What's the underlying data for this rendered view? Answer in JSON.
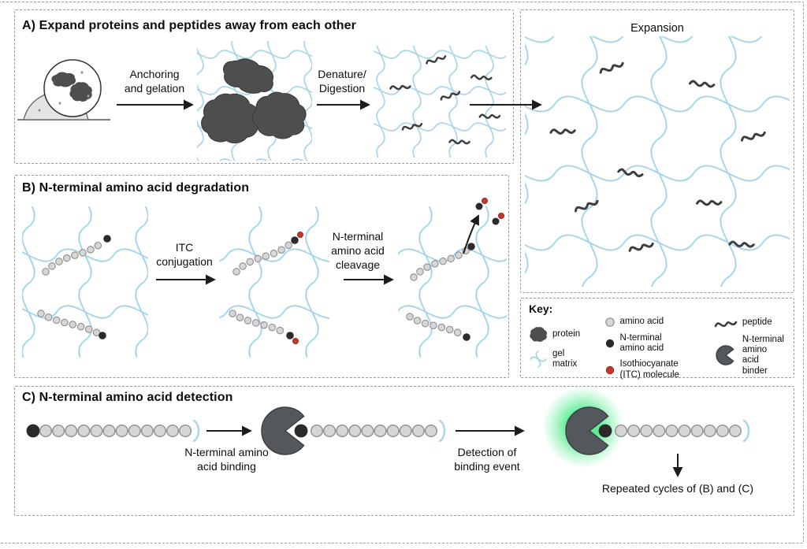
{
  "colors": {
    "gel": "#a9d5ea",
    "protein": "#4e4e4e",
    "amino_acid": "#d6d6d6",
    "amino_acid_outline": "#8f8f8f",
    "n_terminal": "#2b2b2b",
    "itc": "#c1392e",
    "binder": "#54575b",
    "glow": "#3ce87f",
    "arrow": "#1c1c1c",
    "panel_border": "#9a9a9a"
  },
  "panel_a": {
    "title": "A) Expand proteins and peptides away from each other",
    "step1_label": "Anchoring\nand gelation",
    "step2_label": "Denature/\nDigestion"
  },
  "expansion_panel": {
    "title": "Expansion"
  },
  "panel_b": {
    "title": "B) N-terminal amino acid degradation",
    "step1_label": "ITC\nconjugation",
    "step2_label": "N-terminal\namino acid\ncleavage"
  },
  "key": {
    "title": "Key:",
    "items": {
      "protein": {
        "label": "protein",
        "icon": "protein-icon"
      },
      "gel_matrix": {
        "label": "gel\nmatrix",
        "icon": "gel-matrix-icon"
      },
      "amino_acid": {
        "label": "amino acid",
        "icon": "amino-acid-icon"
      },
      "n_terminal": {
        "label": "N-terminal\namino acid",
        "icon": "n-terminal-amino-acid-icon"
      },
      "itc": {
        "label": "Isothiocyanate\n(ITC) molecule",
        "icon": "itc-molecule-icon"
      },
      "peptide": {
        "label": "peptide",
        "icon": "peptide-icon"
      },
      "binder": {
        "label": "N-terminal\namino acid\nbinder",
        "icon": "n-terminal-binder-icon"
      }
    }
  },
  "panel_c": {
    "title": "C) N-terminal amino acid detection",
    "step1_label": "N-terminal amino\nacid binding",
    "step2_label": "Detection of\nbinding event",
    "repeat_label": "Repeated cycles of (B) and (C)"
  }
}
